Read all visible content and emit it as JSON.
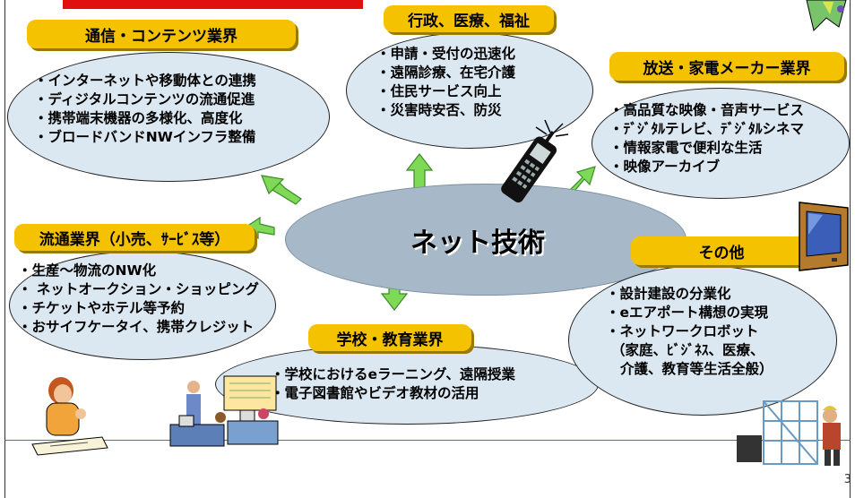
{
  "center": {
    "label": "ネット技術"
  },
  "sectors": {
    "telecom": {
      "title": "通信・コンテンツ業界",
      "items": [
        "・インターネットや移動体との連携",
        "・ディジタルコンテンツの流通促進",
        "・携帯端末機器の多様化、高度化",
        "・ブロードバンドNWインフラ整備"
      ]
    },
    "government": {
      "title": "行政、医療、福祉",
      "items": [
        "・申請・受付の迅速化",
        "・遠隔診療、在宅介護",
        "・住民サービス向上",
        "・災害時安否、防災"
      ]
    },
    "broadcast": {
      "title": "放送・家電メーカー業界",
      "items": [
        "・高品質な映像・音声サービス",
        "・ﾃﾞｼﾞﾀﾙテレビ、ﾃﾞｼﾞﾀﾙシネマ",
        "・情報家電で便利な生活",
        "・映像アーカイブ"
      ]
    },
    "retail": {
      "title": "流通業界（小売、ｻｰﾋﾞｽ等）",
      "items": [
        "・生産～物流のNW化",
        "・ ネットオークション・ショッピング",
        "・チケットやホテル等予約",
        "・おサイフケータイ、携帯クレジット"
      ]
    },
    "school": {
      "title": "学校・教育業界",
      "items": [
        "・学校におけるeラーニング、遠隔授業",
        "・電子図書館やビデオ教材の活用"
      ]
    },
    "other": {
      "title": "その他",
      "items": [
        "・設計建設の分業化",
        "・eエアポート構想の実現",
        "・ネットワークロボット",
        "（家庭、ﾋﾞｼﾞﾈｽ、医療、",
        "介護、教育等生活全般）"
      ]
    }
  },
  "page_number": "3",
  "colors": {
    "accent_red": "#e01010",
    "label_yellow": "#f5c200",
    "arrow_green": "#7ed957",
    "bubble": "#dbe8f2",
    "center_fill": "#a7b9c9"
  },
  "icons": [
    "mobile-phone-icon",
    "television-icon",
    "woman-on-phone-icon",
    "classroom-icon",
    "construction-worker-icon",
    "corner-decoration-icon"
  ]
}
